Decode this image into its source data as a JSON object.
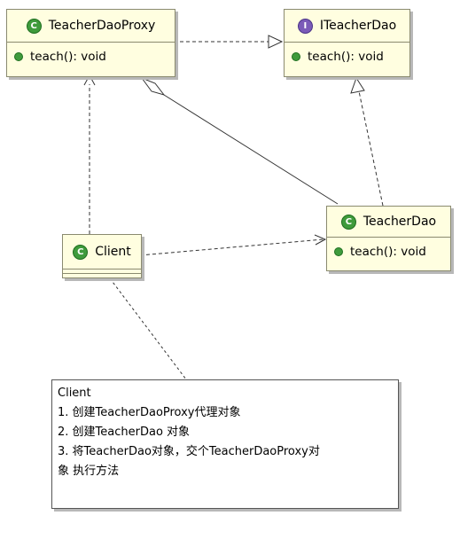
{
  "classes": {
    "teacher_dao_proxy": {
      "name": "TeacherDaoProxy",
      "kind_icon": "class-icon",
      "operations": [
        "teach(): void"
      ]
    },
    "iteacher_dao": {
      "name": "ITeacherDao",
      "kind_icon": "interface-icon",
      "operations": [
        "teach(): void"
      ]
    },
    "teacher_dao": {
      "name": "TeacherDao",
      "kind_icon": "class-icon",
      "operations": [
        "teach(): void"
      ]
    },
    "client": {
      "name": "Client",
      "kind_icon": "class-icon",
      "operations": []
    }
  },
  "note": {
    "lines": [
      "Client",
      "1. 创建TeacherDaoProxy代理对象",
      "2. 创建TeacherDao 对象",
      "3. 将TeacherDao对象，交个TeacherDaoProxy对",
      "象 执行方法"
    ]
  },
  "icons": {
    "class_letter": "C",
    "interface_letter": "I"
  },
  "colors": {
    "class_fill": "#fffee0",
    "class_icon": "#3f9b3c",
    "interface_icon": "#7b5bb8"
  }
}
